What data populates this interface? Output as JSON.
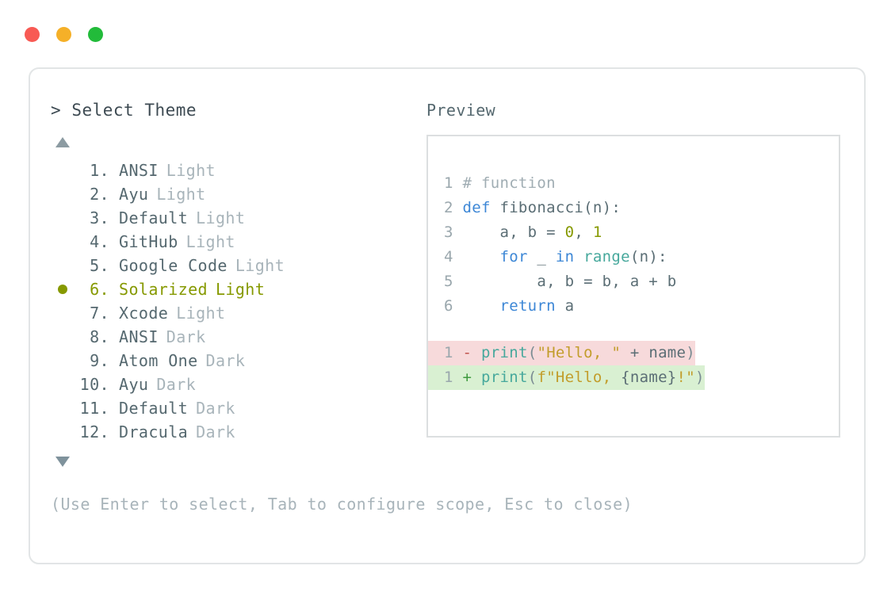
{
  "window": {
    "dots": [
      {
        "name": "close-dot",
        "color": "#f85a54"
      },
      {
        "name": "minimize-dot",
        "color": "#f5b028"
      },
      {
        "name": "maximize-dot",
        "color": "#22bb3a"
      }
    ]
  },
  "left": {
    "prompt_caret": ">",
    "prompt_title": "Select Theme",
    "scroll_up_icon": "triangle-up-icon",
    "scroll_down_icon": "triangle-down-icon",
    "selected_index": 6,
    "selected_color": "#869900",
    "items": [
      {
        "num": "1.",
        "name": "ANSI",
        "variant": "Light",
        "selected": false
      },
      {
        "num": "2.",
        "name": "Ayu",
        "variant": "Light",
        "selected": false
      },
      {
        "num": "3.",
        "name": "Default",
        "variant": "Light",
        "selected": false
      },
      {
        "num": "4.",
        "name": "GitHub",
        "variant": "Light",
        "selected": false
      },
      {
        "num": "5.",
        "name": "Google Code",
        "variant": "Light",
        "selected": false
      },
      {
        "num": "6.",
        "name": "Solarized",
        "variant": "Light",
        "selected": true
      },
      {
        "num": "7.",
        "name": "Xcode",
        "variant": "Light",
        "selected": false
      },
      {
        "num": "8.",
        "name": "ANSI",
        "variant": "Dark",
        "selected": false
      },
      {
        "num": "9.",
        "name": "Atom One",
        "variant": "Dark",
        "selected": false
      },
      {
        "num": "10.",
        "name": "Ayu",
        "variant": "Dark",
        "selected": false
      },
      {
        "num": "11.",
        "name": "Default",
        "variant": "Dark",
        "selected": false
      },
      {
        "num": "12.",
        "name": "Dracula",
        "variant": "Dark",
        "selected": false
      }
    ]
  },
  "right": {
    "label": "Preview",
    "code": {
      "line1_num": "1",
      "line1_comment": "# function",
      "line2_num": "2",
      "line2_kw": "def",
      "line2_rest": " fibonacci(n):",
      "line3_num": "3",
      "line3_a": "    a, b = ",
      "line3_zero": "0",
      "line3_comma": ", ",
      "line3_one": "1",
      "line4_num": "4",
      "line4_indent": "    ",
      "line4_for": "for",
      "line4_var": " _ ",
      "line4_in": "in",
      "line4_sp": " ",
      "line4_range": "range",
      "line4_tail": "(n):",
      "line5_num": "5",
      "line5_text": "        a, b = b, a + b",
      "line6_num": "6",
      "line6_indent": "    ",
      "line6_return": "return",
      "line6_tail": " a"
    },
    "diff": {
      "del_num": "1",
      "del_marker": "-",
      "del_func": "print",
      "del_open": "(",
      "del_string": "\"Hello, \"",
      "del_mid": " + name",
      "del_close": ")",
      "add_num": "1",
      "add_marker": "+",
      "add_func": "print",
      "add_open": "(",
      "add_string_a": "f\"Hello, ",
      "add_brace": "{name}",
      "add_bang": "!",
      "add_string_b": "\"",
      "add_close": ")"
    },
    "diff_del_bg": "#f7dadb",
    "diff_add_bg": "#d9f0d2"
  },
  "footer": {
    "hint": "(Use Enter to select, Tab to configure scope, Esc to close)"
  }
}
